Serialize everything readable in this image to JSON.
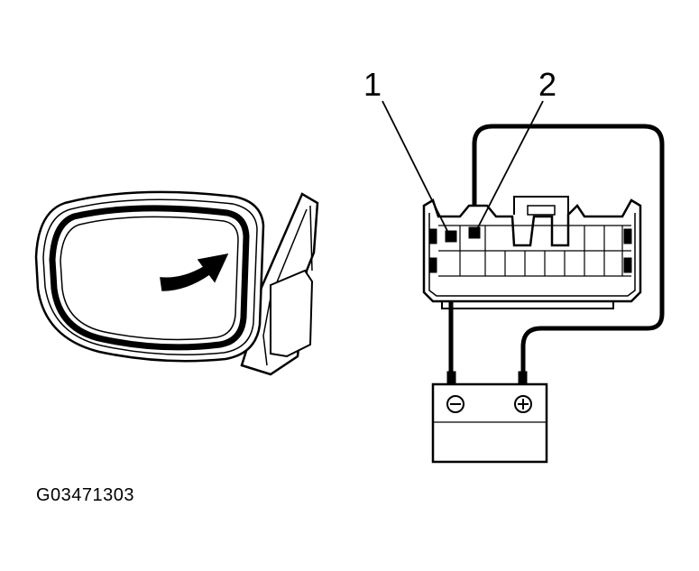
{
  "callouts": {
    "one": "1",
    "two": "2"
  },
  "battery": {
    "negative_symbol": "⊖",
    "positive_symbol": "⊕"
  },
  "figure_id": "G03471303",
  "colors": {
    "ink": "#000000",
    "paper": "#ffffff"
  }
}
